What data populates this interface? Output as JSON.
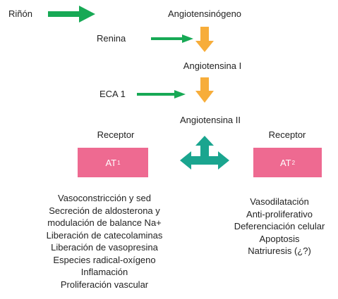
{
  "colors": {
    "green_arrow": "#17a955",
    "orange_arrow": "#f7ad3a",
    "teal_arrow": "#1aa58f",
    "receptor_box": "#ee6a91"
  },
  "pathway": {
    "source": "Riñón",
    "substrate": "Angiotensinógeno",
    "enzyme1": "Renina",
    "product1": "Angiotensina I",
    "enzyme2": "ECA 1",
    "product2": "Angiotensina II"
  },
  "receptors": {
    "left": {
      "label": "Receptor",
      "box_main": "AT",
      "box_sub": "1"
    },
    "right": {
      "label": "Receptor",
      "box_main": "AT",
      "box_sub": "2"
    }
  },
  "effects": {
    "at1": [
      "Vasoconstricción y sed",
      "Secreción de aldosterona y",
      "modulación de balance Na+",
      "Liberación de catecolaminas",
      "Liberación de vasopresina",
      "Especies radical-oxígeno",
      "Inflamación",
      "Proliferación vascular"
    ],
    "at2": [
      "Vasodilatación",
      "Anti-proliferativo",
      "Deferenciación celular",
      "Apoptosis",
      "Natriuresis (¿?)"
    ]
  }
}
